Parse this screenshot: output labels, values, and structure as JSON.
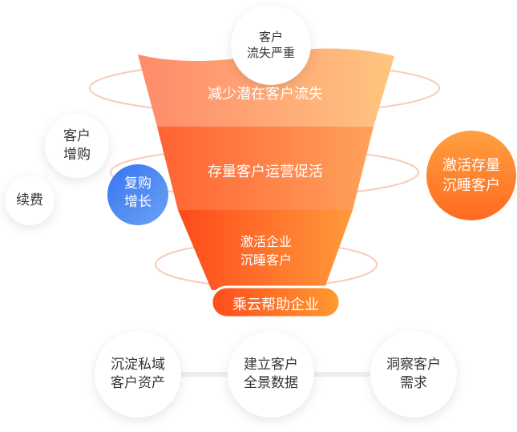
{
  "funnel": {
    "top_label": "减少潜在客户流失",
    "middle_label": "存量客户运营促活",
    "bottom_label": "激活企业\n沉睡客户",
    "base_label": "乘云帮助企业"
  },
  "bubbles": {
    "churn": "客户\n流失严重",
    "upsell": "客户\n增购",
    "renewal": "续费",
    "repurchase": "复购\n增长",
    "reactivate": "激活存量\n沉睡客户"
  },
  "foundation": [
    "沉淀私域\n客户资产",
    "建立客户\n全景数据",
    "洞察客户\n需求"
  ],
  "colors": {
    "funnel_top_left": "#ff8a6a",
    "funnel_top_right": "#ffc07e",
    "funnel_mid": "#ff7440",
    "funnel_bottom": "#ff5a1f",
    "orange_bubble": "#ff7a2a",
    "blue_bubble": "#4b86f0",
    "ring": "#f7c9b6"
  }
}
